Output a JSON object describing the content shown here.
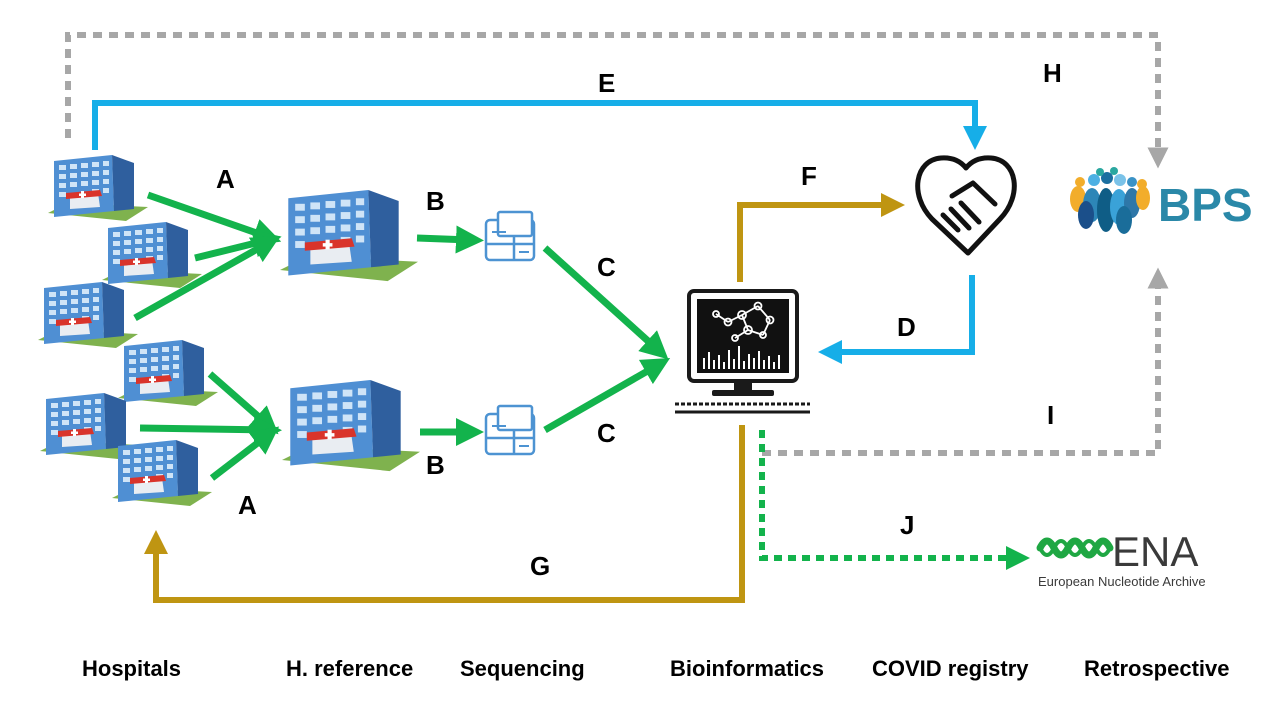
{
  "colors": {
    "green": "#13b34c",
    "blue": "#16aee8",
    "gold": "#bf9512",
    "gray": "#a7a7a7",
    "dotted_green": "#13b34c",
    "bps_text": "#2a88a8",
    "ena_text": "#3a3a3a",
    "ena_wave": "#1fa743"
  },
  "icons": {
    "hospital": "hospital-building-icon",
    "sequencer": "sequencer-machine-icon",
    "computer": "bioinformatics-computer-icon",
    "handshake": "handshake-heart-icon",
    "bps": "bps-people-logo",
    "ena": "ena-wave-logo"
  },
  "flow_labels": {
    "A1": "A",
    "A2": "A",
    "B1": "B",
    "B2": "B",
    "C1": "C",
    "C2": "C",
    "D": "D",
    "E": "E",
    "F": "F",
    "G": "G",
    "H": "H",
    "I": "I",
    "J": "J"
  },
  "logos": {
    "bps_text": "BPS",
    "ena_text": "ENA",
    "ena_subtitle": "European Nucleotide Archive"
  },
  "columns": {
    "hospitals": "Hospitals",
    "reference": "H. reference",
    "sequencing": "Sequencing",
    "bioinformatics": "Bioinformatics",
    "covid_registry": "COVID registry",
    "retrospective": "Retrospective"
  }
}
